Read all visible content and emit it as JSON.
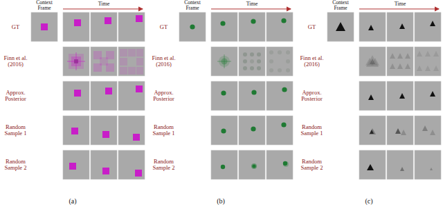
{
  "diagram": {
    "labels": [
      "Context Frame",
      "Time",
      "GT",
      "Finn et al. (2016)",
      "Approx. Posterior",
      "Random Sample 1",
      "Random Sample 2",
      "(a)",
      "Context Frame",
      "Time",
      "GT",
      "Finn et al. (2016)",
      "Approx. Posterior",
      "Random Sample 1",
      "Random Sample 2",
      "(b)",
      "Context Frame",
      "Time",
      "GT",
      "Finn et al. (2016)",
      "Approx. Posterior",
      "Random Sample 1",
      "Random Sample 2",
      "(c)"
    ]
  }
}
